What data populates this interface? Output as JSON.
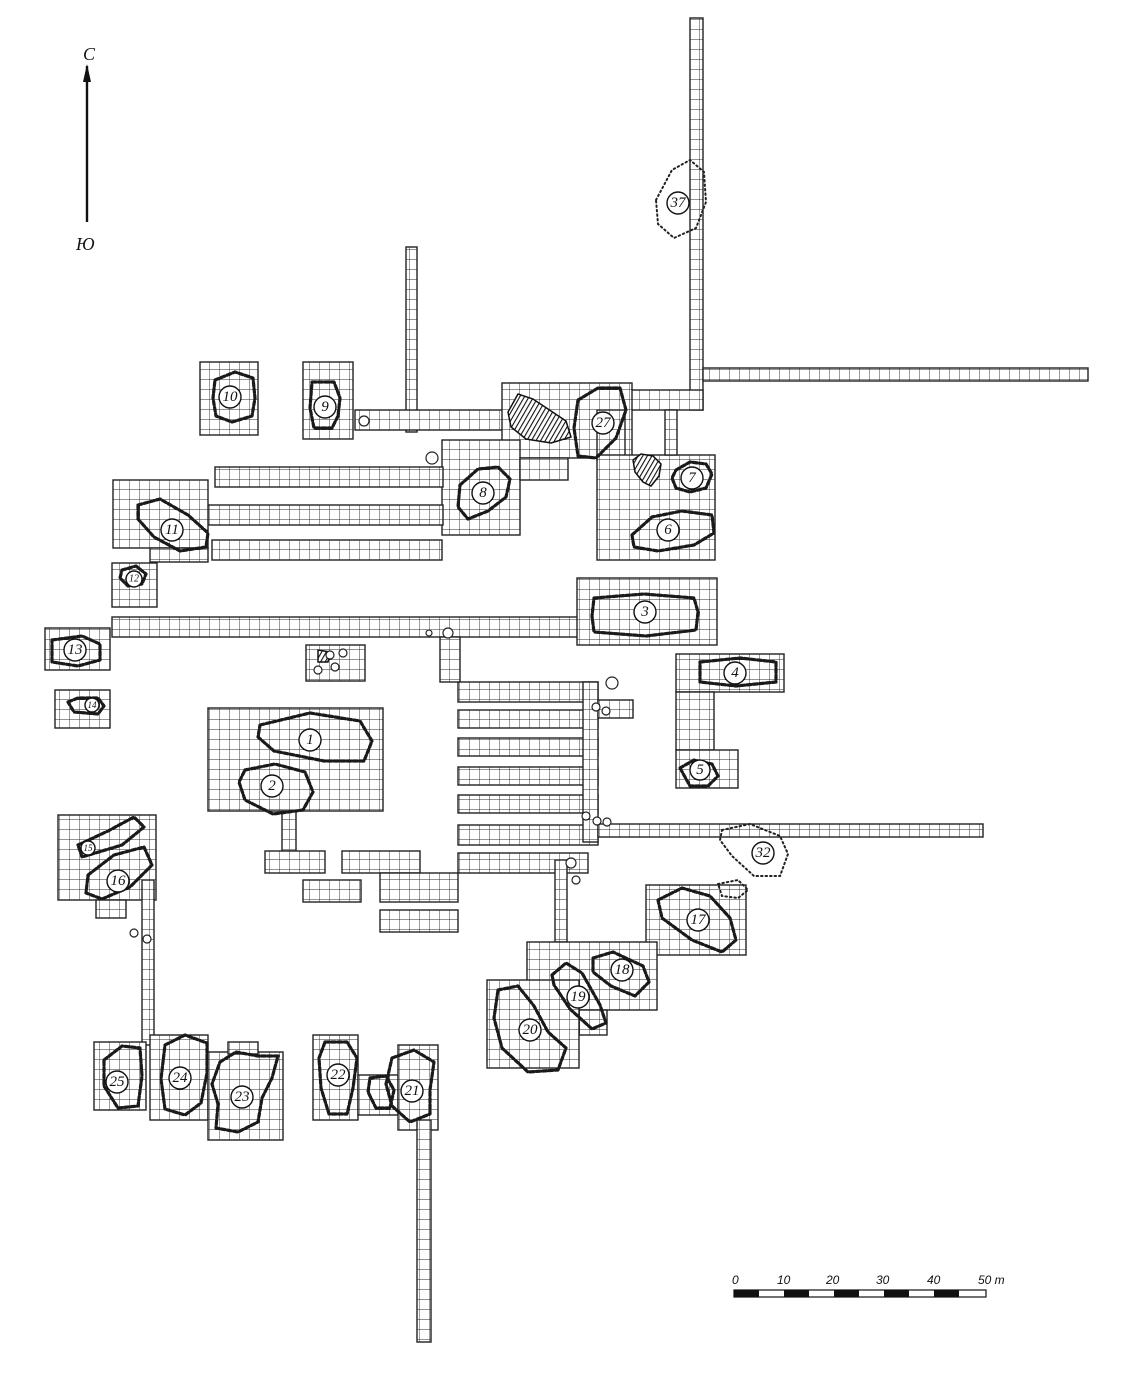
{
  "north_arrow": {
    "north": "С",
    "south": "Ю"
  },
  "scale_bar": {
    "ticks": [
      "0",
      "10",
      "20",
      "30",
      "40",
      "50 m"
    ]
  },
  "dwellings": [
    "1",
    "2",
    "3",
    "4",
    "5",
    "6",
    "7",
    "8",
    "9",
    "10",
    "11",
    "12",
    "13",
    "14",
    "15",
    "16",
    "17",
    "18",
    "19",
    "20",
    "21",
    "22",
    "23",
    "24",
    "25",
    "27",
    "32",
    "37"
  ]
}
